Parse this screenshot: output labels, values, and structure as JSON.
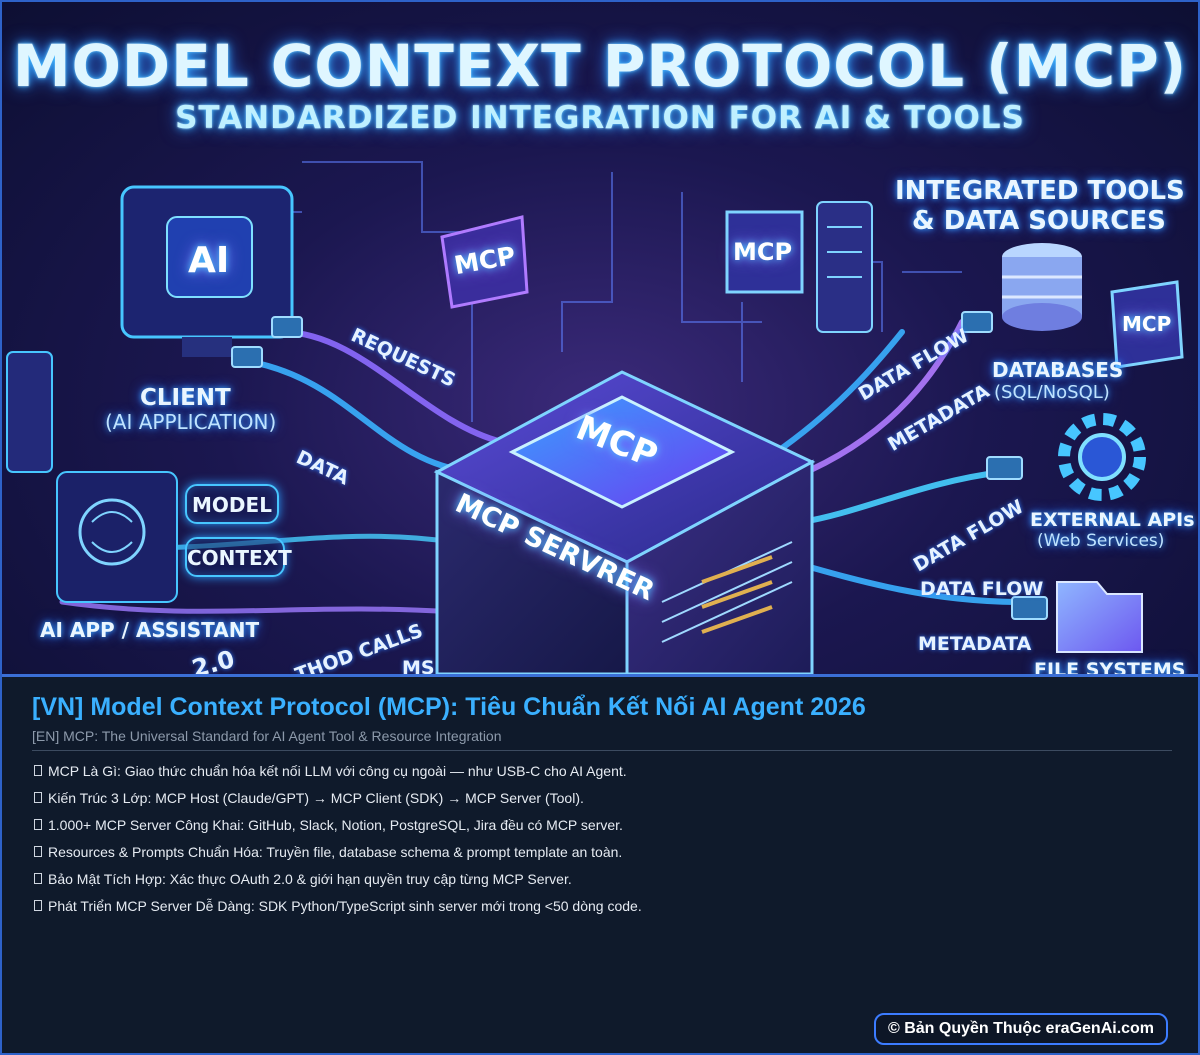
{
  "hero": {
    "title": "MODEL CONTEXT PROTOCOL (MCP)",
    "subtitle": "STANDARDIZED INTEGRATION FOR AI & TOOLS",
    "ai_screen": "AI",
    "mcp_chip": "MCP",
    "mcp_tag_1": "MCP",
    "mcp_tag_2": "MCP",
    "mcp_tag_3": "MCP",
    "server_label": "MCP SERVRER",
    "client_label": "CLIENT",
    "client_sub": "(AI APPLICATION)",
    "app_label": "AI APP / ASSISTANT",
    "model_box": "MODEL",
    "context_box": "CONTEXT",
    "tools_label_1": "INTEGRATED TOOLS",
    "tools_label_2": "& DATA SOURCES",
    "db_label": "DATABASES",
    "db_sub": "(SQL/NoSQL)",
    "api_label": "EXTERNAL APIs",
    "api_sub": "(Web Services)",
    "fs_label": "FILE SYSTEMS",
    "flow_requests": "REQUESTS",
    "flow_data": "DATA",
    "flow_dataflow_1": "DATA FLOW",
    "flow_metadata_1": "METADATA",
    "flow_dataflow_2": "DATA FLOW",
    "flow_dataflow_3": "DATA FLOW",
    "flow_metadata_2": "METADATA",
    "flow_method_calls": "THOD CALLS",
    "flow_ms": "MS",
    "version_fragment": "2.0"
  },
  "article": {
    "title_vn": "[VN]  Model Context Protocol (MCP): Tiêu Chuẩn Kết Nối AI Agent 2026",
    "title_en": "[EN]  MCP: The Universal Standard for AI Agent Tool & Resource Integration",
    "bullets": [
      "MCP Là Gì: Giao thức chuẩn hóa kết nối LLM với công cụ ngoài — như USB-C cho AI Agent.",
      "Kiến Trúc 3 Lớp: MCP Host (Claude/GPT) → MCP Client (SDK) → MCP Server (Tool).",
      "1.000+ MCP Server Công Khai: GitHub, Slack, Notion, PostgreSQL, Jira đều có MCP server.",
      "Resources & Prompts Chuẩn Hóa: Truyền file, database schema & prompt template an toàn.",
      "Bảo Mật Tích Hợp: Xác thực OAuth 2.0 & giới hạn quyền truy cập từng MCP Server.",
      "Phát Triển MCP Server Dễ Dàng: SDK Python/TypeScript sinh server mới trong <50 dòng code."
    ],
    "copyright": "© Bản Quyền Thuộc eraGenAi.com"
  },
  "colors": {
    "accent_blue": "#3ab0ff",
    "neon_cyan": "#47c6ff",
    "neon_purple": "#8d6bff",
    "panel_bg": "#0f1a2b",
    "frame_border": "#2e62c9"
  }
}
